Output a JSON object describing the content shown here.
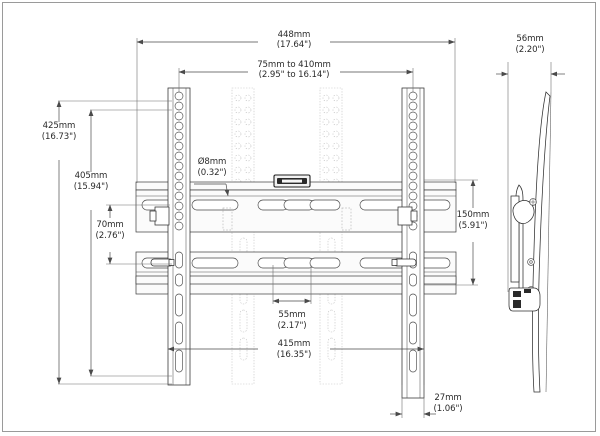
{
  "document": {
    "type": "technical-drawing",
    "subject": "Tilting TV wall mount bracket",
    "views": [
      "front-view",
      "side-view"
    ],
    "border_color": "#9a9a9a",
    "line_color": "#2f2f2f",
    "text_color": "#2b2b2b"
  },
  "dimensions": {
    "overall_width": {
      "id": "overall-width",
      "mm": "448mm",
      "inch": "(17.64\")",
      "orientation": "horizontal",
      "view": "front"
    },
    "stud_span": {
      "id": "stud-span-range",
      "mm": "75mm to 410mm",
      "inch": "(2.95\" to 16.14\")",
      "orientation": "horizontal",
      "view": "front"
    },
    "overall_height": {
      "id": "overall-height",
      "mm": "425mm",
      "inch": "(16.73\")",
      "orientation": "vertical",
      "view": "front"
    },
    "rail_height": {
      "id": "rail-height",
      "mm": "405mm",
      "inch": "(15.94\")",
      "orientation": "vertical",
      "view": "front"
    },
    "hole_diameter": {
      "id": "hole-diameter",
      "mm": "Ø8mm",
      "inch": "(0.32\")",
      "orientation": "leader",
      "view": "front"
    },
    "upper_gap": {
      "id": "upper-gap",
      "mm": "70mm",
      "inch": "(2.76\")",
      "orientation": "vertical",
      "view": "front"
    },
    "rail_spacing_vertical": {
      "id": "rail-spacing-vertical",
      "mm": "150mm",
      "inch": "(5.91\")",
      "orientation": "vertical",
      "view": "front"
    },
    "slot_spacing": {
      "id": "slot-spacing",
      "mm": "55mm",
      "inch": "(2.17\")",
      "orientation": "horizontal",
      "view": "front"
    },
    "rail_width": {
      "id": "rail-width",
      "mm": "415mm",
      "inch": "(16.35\")",
      "orientation": "horizontal",
      "view": "front"
    },
    "post_width": {
      "id": "post-width",
      "mm": "27mm",
      "inch": "(1.06\")",
      "orientation": "horizontal",
      "view": "front"
    },
    "depth": {
      "id": "mount-depth",
      "mm": "56mm",
      "inch": "(2.20\")",
      "orientation": "horizontal",
      "view": "side"
    }
  },
  "components": {
    "left_post": "left-vertical-post",
    "right_post": "right-vertical-post",
    "hidden_post_left": "hidden-adjustable-post-left",
    "hidden_post_right": "hidden-adjustable-post-right",
    "upper_rail": "upper-horizontal-rail",
    "lower_rail": "lower-horizontal-rail",
    "bubble_level": "bubble-level-indicator",
    "side_profile": "side-profile-outline",
    "tilt_mechanism": "tilt-lock-mechanism"
  }
}
